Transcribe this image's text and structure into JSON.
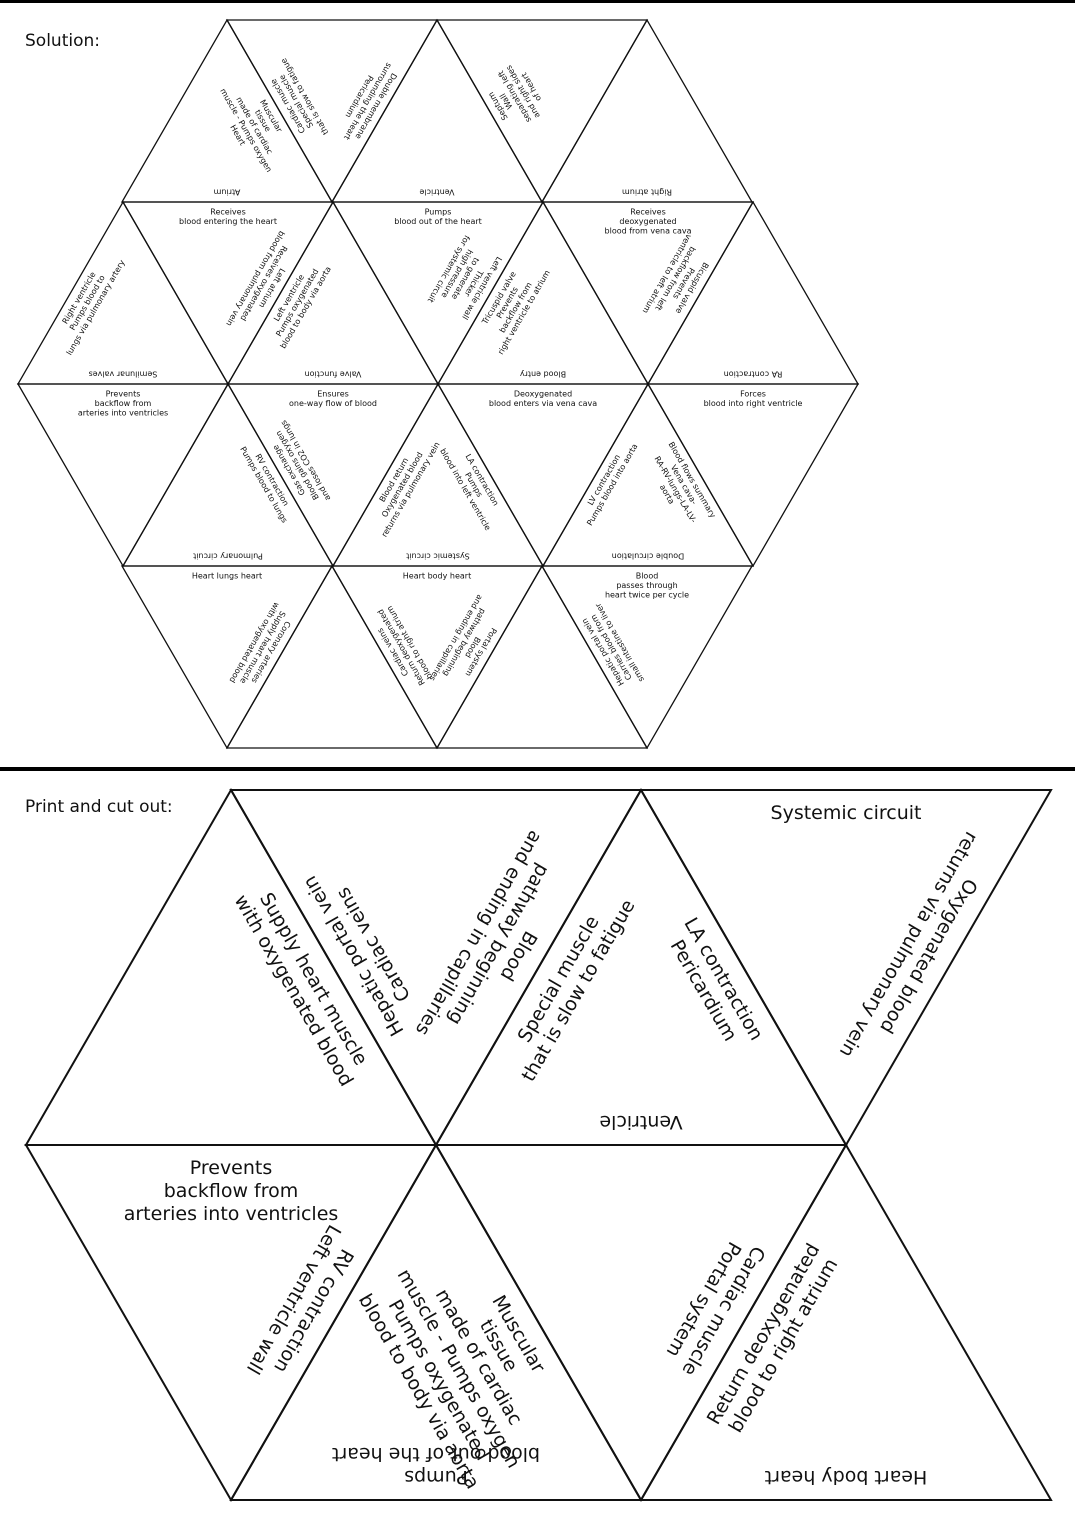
{
  "solution": {
    "heading": "Solution:",
    "tiles": [
      {
        "row": 0,
        "col": 0,
        "up": true,
        "base": [
          "Atrium"
        ],
        "left": [],
        "right": [
          "Muscular",
          "tissue",
          "made of cardiac",
          "muscle - Pumps oxygen",
          "Heart"
        ]
      },
      {
        "row": 0,
        "col": 1,
        "up": false,
        "top": [],
        "left": [
          "Cardiac muscle",
          "Special muscle",
          "that is slow to fatigue"
        ],
        "right": [
          "Double membrane",
          "surrounding the heart",
          "Pericardium"
        ]
      },
      {
        "row": 0,
        "col": 2,
        "up": true,
        "base": [
          "Ventricle"
        ],
        "left": [],
        "right": []
      },
      {
        "row": 0,
        "col": 3,
        "up": false,
        "top": [],
        "left": [
          "Septum",
          "Wall",
          "separating left",
          "and right sides",
          "of heart"
        ],
        "right": []
      },
      {
        "row": 0,
        "col": 4,
        "up": true,
        "base": [
          "Right atrium"
        ],
        "left": [],
        "right": []
      },
      {
        "row": 1,
        "col": 0,
        "up": true,
        "base": [
          "Semilunar valves"
        ],
        "left": [
          "Right ventricle",
          "Pumps blood to",
          "lungs via pulmonary artery"
        ],
        "right": []
      },
      {
        "row": 1,
        "col": 1,
        "up": false,
        "top": [
          "Receives",
          "blood entering the heart"
        ],
        "left": [],
        "right": [
          "Left atrium",
          "Receives oxygenated",
          "blood from pulmonary vein"
        ]
      },
      {
        "row": 1,
        "col": 2,
        "up": true,
        "base": [
          "Valve function"
        ],
        "left": [
          "Left ventricle",
          "Pumps oxygenated",
          "blood to body via aorta"
        ],
        "right": []
      },
      {
        "row": 1,
        "col": 3,
        "up": false,
        "top": [
          "Pumps",
          "blood out of the heart"
        ],
        "left": [],
        "right": [
          "Left ventricle wall",
          "Thicker",
          "to generate",
          "high pressure",
          "for systemic circuit"
        ]
      },
      {
        "row": 1,
        "col": 4,
        "up": true,
        "base": [
          "Blood entry"
        ],
        "left": [
          "Tricuspid valve",
          "Prevents",
          "backflow from",
          "right ventricle to atrium"
        ],
        "right": []
      },
      {
        "row": 1,
        "col": 5,
        "up": false,
        "top": [
          "Receives",
          "deoxygenated",
          "blood from vena cava"
        ],
        "left": [],
        "right": [
          "Bicuspid valve",
          "Prevents",
          "backflow from left",
          "ventricle to left atrium"
        ]
      },
      {
        "row": 1,
        "col": 6,
        "up": true,
        "base": [
          "RA contraction"
        ],
        "left": [],
        "right": []
      },
      {
        "row": 2,
        "col": 0,
        "up": false,
        "top": [
          "Prevents",
          "backflow from",
          "arteries into ventricles"
        ],
        "left": [],
        "right": []
      },
      {
        "row": 2,
        "col": 1,
        "up": true,
        "base": [
          "Pulmonary circuit"
        ],
        "left": [],
        "right": [
          "RV contraction",
          "Pumps blood to lungs"
        ]
      },
      {
        "row": 2,
        "col": 2,
        "up": false,
        "top": [
          "Ensures",
          "one-way flow of blood"
        ],
        "left": [
          "Gas exchange",
          "Blood gains oxygen",
          "and loses CO2 in lungs"
        ],
        "right": []
      },
      {
        "row": 2,
        "col": 3,
        "up": true,
        "base": [
          "Systemic circuit"
        ],
        "left": [
          "Blood return",
          "Oxygenated blood",
          "returns via pulmonary vein"
        ],
        "right": [
          "LA contraction",
          "Pumps",
          "blood into left ventricle"
        ]
      },
      {
        "row": 2,
        "col": 4,
        "up": false,
        "top": [
          "Deoxygenated",
          "blood enters via vena cava"
        ],
        "left": [],
        "right": []
      },
      {
        "row": 2,
        "col": 5,
        "up": true,
        "base": [
          "Double circulation"
        ],
        "left": [
          "LV contraction",
          "Pumps blood into aorta"
        ],
        "right": [
          "Blood flows summary",
          "Vena cava-",
          "RA-RV-lungs-LA-LV-",
          "aorta"
        ]
      },
      {
        "row": 2,
        "col": 6,
        "up": false,
        "top": [
          "Forces",
          "blood into right ventricle"
        ],
        "left": [],
        "right": []
      },
      {
        "row": 3,
        "col": 0,
        "up": false,
        "top": [
          "Heart lungs heart"
        ],
        "left": [],
        "right": [
          "Coronary arteries",
          "Supply heart muscle",
          "with oxygenated blood"
        ]
      },
      {
        "row": 3,
        "col": 1,
        "up": true,
        "base": [],
        "left": [],
        "right": []
      },
      {
        "row": 3,
        "col": 2,
        "up": false,
        "top": [
          "Heart body heart"
        ],
        "left": [
          "Cardiac veins",
          "Return deoxygenated",
          "blood to right atrium"
        ],
        "right": [
          "Portal system",
          "Blood",
          "pathway beginning",
          "and ending in capillaries"
        ]
      },
      {
        "row": 3,
        "col": 3,
        "up": true,
        "base": [],
        "left": [],
        "right": []
      },
      {
        "row": 3,
        "col": 4,
        "up": false,
        "top": [
          "Blood",
          "passes through",
          "heart twice per cycle"
        ],
        "left": [
          "Hepatic portal vein",
          "Carries blood from",
          "small intestine to liver"
        ],
        "right": []
      }
    ]
  },
  "cutout": {
    "heading": "Print and cut out:",
    "tiles": [
      {
        "row": 0,
        "col": 0,
        "up": true,
        "base": [],
        "left": [],
        "right": [
          "Supply heart muscle",
          "with oxygenated blood"
        ]
      },
      {
        "row": 0,
        "col": 1,
        "up": false,
        "top": [],
        "left": [
          "Hepatic portal vein",
          "Cardiac veins"
        ],
        "right": [
          "Blood",
          "pathway beginning",
          "and ending in capillaries"
        ]
      },
      {
        "row": 0,
        "col": 2,
        "up": true,
        "base": [
          "Ventricle"
        ],
        "left": [
          "Special muscle",
          "that is slow to fatigue"
        ],
        "right": [
          "LA contraction",
          "Pericardium"
        ]
      },
      {
        "row": 0,
        "col": 3,
        "up": false,
        "top": [
          "Systemic circuit"
        ],
        "left": [],
        "right": [
          "Oxygenated blood",
          "returns via pulmonary vein"
        ]
      },
      {
        "row": 1,
        "col": 0,
        "up": false,
        "top": [
          "Prevents",
          "backflow from",
          "arteries into ventricles"
        ],
        "left": [],
        "right": [
          "RV contraction",
          "Left ventricle wall"
        ]
      },
      {
        "row": 1,
        "col": 1,
        "up": true,
        "base": [
          "Pumps",
          "blood out of the heart"
        ],
        "left": [],
        "right": [
          "Muscular",
          "tissue",
          "made of cardiac",
          "muscle - Pumps oxygen",
          "Pumps oxygenated",
          "blood to body via aorta"
        ]
      },
      {
        "row": 1,
        "col": 2,
        "up": false,
        "top": [],
        "left": [],
        "right": [
          "Cardiac muscle",
          "Portal system"
        ]
      },
      {
        "row": 1,
        "col": 3,
        "up": true,
        "base": [
          "Heart  body  heart"
        ],
        "left": [
          "Return deoxygenated",
          "blood to right atrium"
        ],
        "right": []
      }
    ]
  }
}
